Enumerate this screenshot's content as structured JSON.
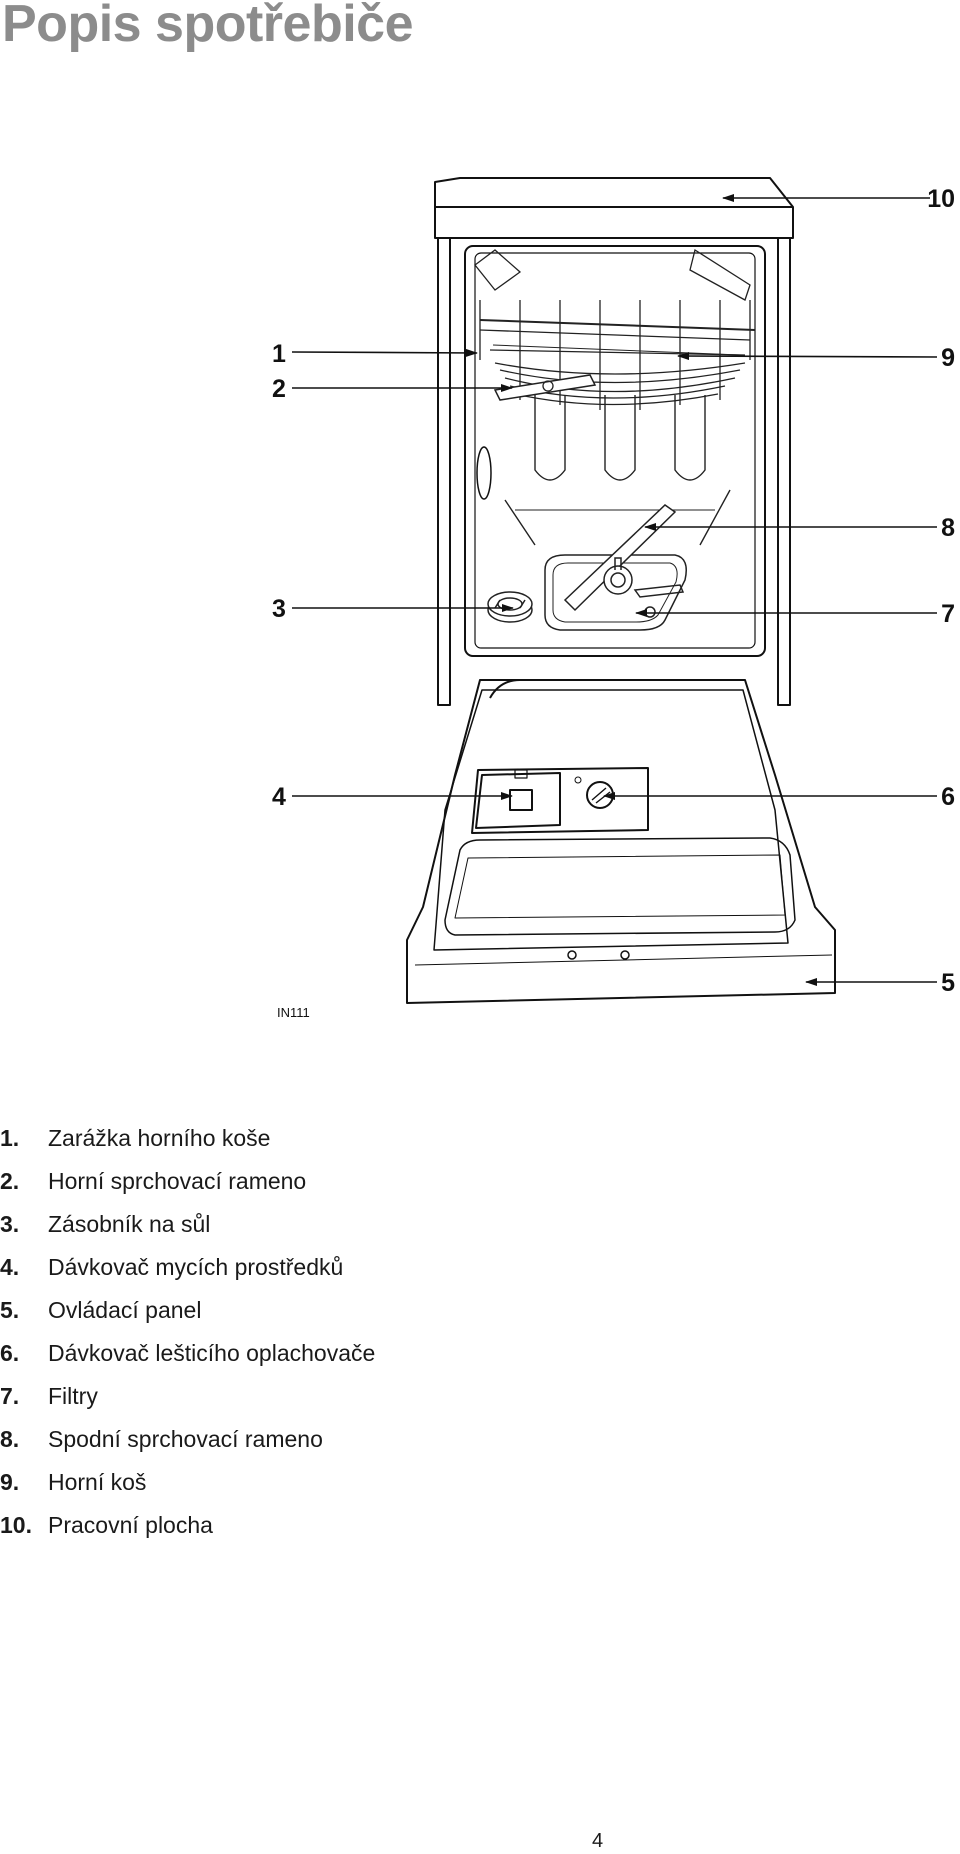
{
  "title": "Popis spotřebiče",
  "figure": {
    "code": "IN111",
    "callouts": [
      "1",
      "2",
      "3",
      "4",
      "5",
      "6",
      "7",
      "8",
      "9",
      "10"
    ]
  },
  "parts": [
    {
      "num": "1.",
      "label": "Zarážka horního koše"
    },
    {
      "num": "2.",
      "label": "Horní sprchovací rameno"
    },
    {
      "num": "3.",
      "label": "Zásobník na sůl"
    },
    {
      "num": "4.",
      "label": "Dávkovač mycích prostředků"
    },
    {
      "num": "5.",
      "label": "Ovládací panel"
    },
    {
      "num": "6.",
      "label": "Dávkovač lešticího oplachovače"
    },
    {
      "num": "7.",
      "label": "Filtry"
    },
    {
      "num": "8.",
      "label": "Spodní sprchovací rameno"
    },
    {
      "num": "9.",
      "label": "Horní koš"
    },
    {
      "num": "10.",
      "label": "Pracovní plocha"
    }
  ],
  "page_number": "4"
}
